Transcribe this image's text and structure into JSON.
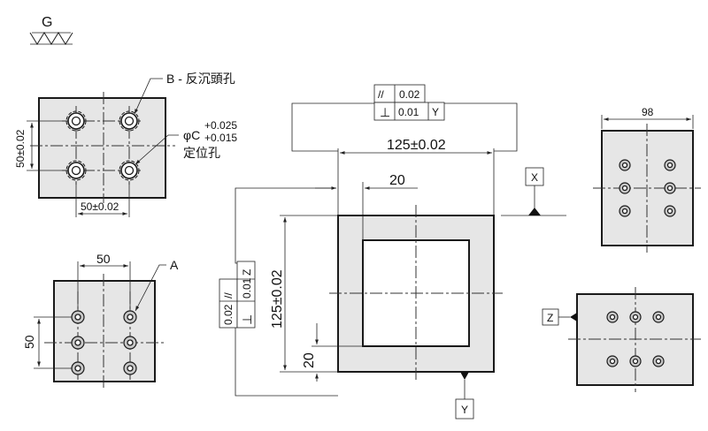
{
  "surface_symbol": {
    "label": "G"
  },
  "top_left_view": {
    "callout_b": "B - 反沉頭孔",
    "callout_phi": "φC",
    "tol_upper": "+0.025",
    "tol_lower": "+0.015",
    "callout_locating": "定位孔",
    "dim_vertical": "50±0.02",
    "dim_horizontal": "50±0.02"
  },
  "bottom_left_view": {
    "callout_a": "A",
    "dim_horizontal": "50",
    "dim_vertical": "50"
  },
  "center_view": {
    "dim_overall_horizontal": "125±0.02",
    "dim_overall_vertical": "125±0.02",
    "dim_wall_top": "20",
    "dim_wall_bottom": "20",
    "datum_x": "X",
    "datum_y": "Y",
    "fcf_top": {
      "row1": {
        "symbol": "//",
        "value": "0.02"
      },
      "row2": {
        "symbol": "⊥",
        "value": "0.01",
        "datum": "Y"
      }
    },
    "fcf_left": {
      "row1": {
        "symbol": "//",
        "value": "0.02"
      },
      "row2": {
        "symbol": "⊥",
        "value": "0.01",
        "datum": "Z"
      }
    }
  },
  "top_right_view": {
    "dim_width": "98"
  },
  "bottom_right_view": {
    "datum_z": "Z"
  }
}
